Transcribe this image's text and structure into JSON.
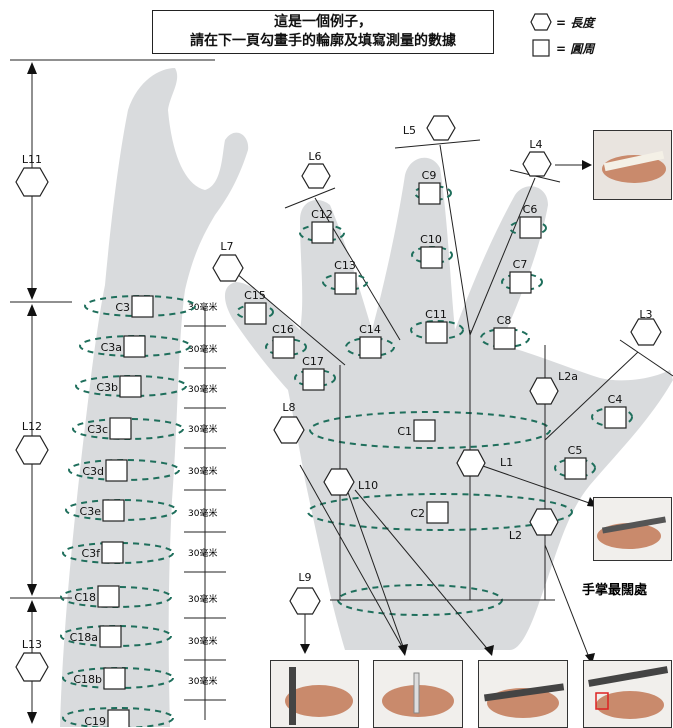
{
  "header": {
    "line1": "這是一個例子，",
    "line2": "請在下一頁勾畫手的輪廓及填寫測量的數據"
  },
  "legend": {
    "length": "= 長度",
    "circumference": "= 圓周"
  },
  "arm_labels": {
    "L11": "L11",
    "L12": "L12",
    "L13": "L13",
    "interval": "30毫米"
  },
  "circumference_labels": {
    "C1": "C1",
    "C2": "C2",
    "C3": "C3",
    "C3a": "C3a",
    "C3b": "C3b",
    "C3c": "C3c",
    "C3d": "C3d",
    "C3e": "C3e",
    "C3f": "C3f",
    "C4": "C4",
    "C5": "C5",
    "C6": "C6",
    "C7": "C7",
    "C8": "C8",
    "C9": "C9",
    "C10": "C10",
    "C11": "C11",
    "C12": "C12",
    "C13": "C13",
    "C14": "C14",
    "C15": "C15",
    "C16": "C16",
    "C17": "C17",
    "C18": "C18",
    "C18a": "C18a",
    "C18b": "C18b",
    "C19": "C19"
  },
  "length_labels": {
    "L1": "L1",
    "L2": "L2",
    "L2a": "L2a",
    "L3": "L3",
    "L4": "L4",
    "L5": "L5",
    "L6": "L6",
    "L7": "L7",
    "L8": "L8",
    "L9": "L9",
    "L10": "L10"
  },
  "palm_note": "手掌最闊處",
  "colors": {
    "hand_fill": "#d9dbdd",
    "dash": "#1f6f5c",
    "outline": "#222222"
  }
}
